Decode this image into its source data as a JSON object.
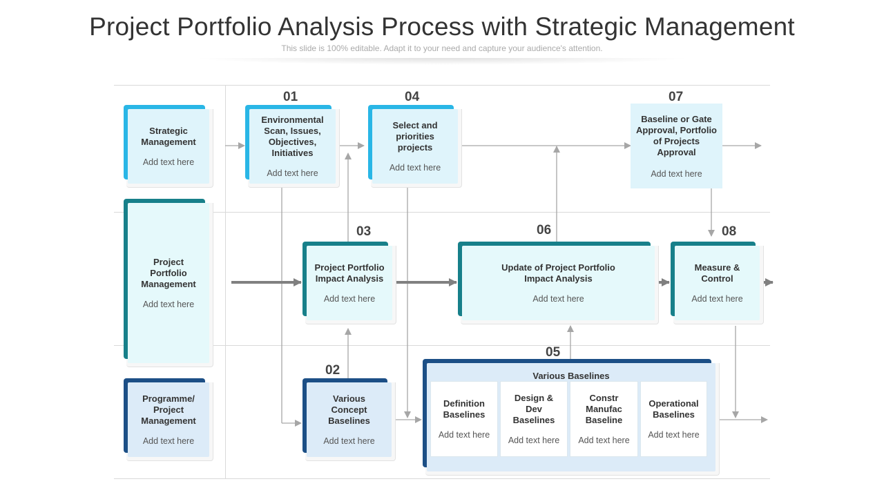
{
  "title": "Project Portfolio Analysis Process with Strategic Management",
  "subtitle": "This slide is 100% editable. Adapt it to your need and capture your audience's attention.",
  "colors": {
    "light_blue": "#29b6e6",
    "teal": "#17808a",
    "navy": "#1c4f86",
    "face_light": "#dff4fb",
    "face_lighter": "#e5f9fb",
    "face_pale": "#dcebf8"
  },
  "rows": {
    "strategic": {
      "title": "Strategic Management",
      "sub": "Add text here"
    },
    "portfolio": {
      "title": "Project Portfolio Management",
      "sub": "Add text here"
    },
    "programme": {
      "title": "Programme/ Project Management",
      "sub": "Add text here"
    }
  },
  "steps": [
    {
      "num": "01",
      "title": "Environmental Scan, Issues, Objectives, Initiatives",
      "sub": "Add text here"
    },
    {
      "num": "02",
      "title": "Various Concept Baselines",
      "sub": "Add text here"
    },
    {
      "num": "03",
      "title": "Project Portfolio Impact Analysis",
      "sub": "Add text here"
    },
    {
      "num": "04",
      "title": "Select and priorities projects",
      "sub": "Add text here"
    },
    {
      "num": "05",
      "title": "Various Baselines",
      "sub": ""
    },
    {
      "num": "06",
      "title": "Update of Project Portfolio Impact Analysis",
      "sub": "Add text here"
    },
    {
      "num": "07",
      "title": "Baseline or Gate Approval, Portfolio of Projects Approval",
      "sub": "Add text here"
    },
    {
      "num": "08",
      "title": "Measure & Control",
      "sub": "Add text here"
    }
  ],
  "baselines": [
    {
      "title": "Definition Baselines",
      "sub": "Add text here"
    },
    {
      "title": "Design & Dev Baselines",
      "sub": "Add text here"
    },
    {
      "title": "Constr Manufac Baseline",
      "sub": "Add text here"
    },
    {
      "title": "Operational Baselines",
      "sub": "Add text here"
    }
  ]
}
